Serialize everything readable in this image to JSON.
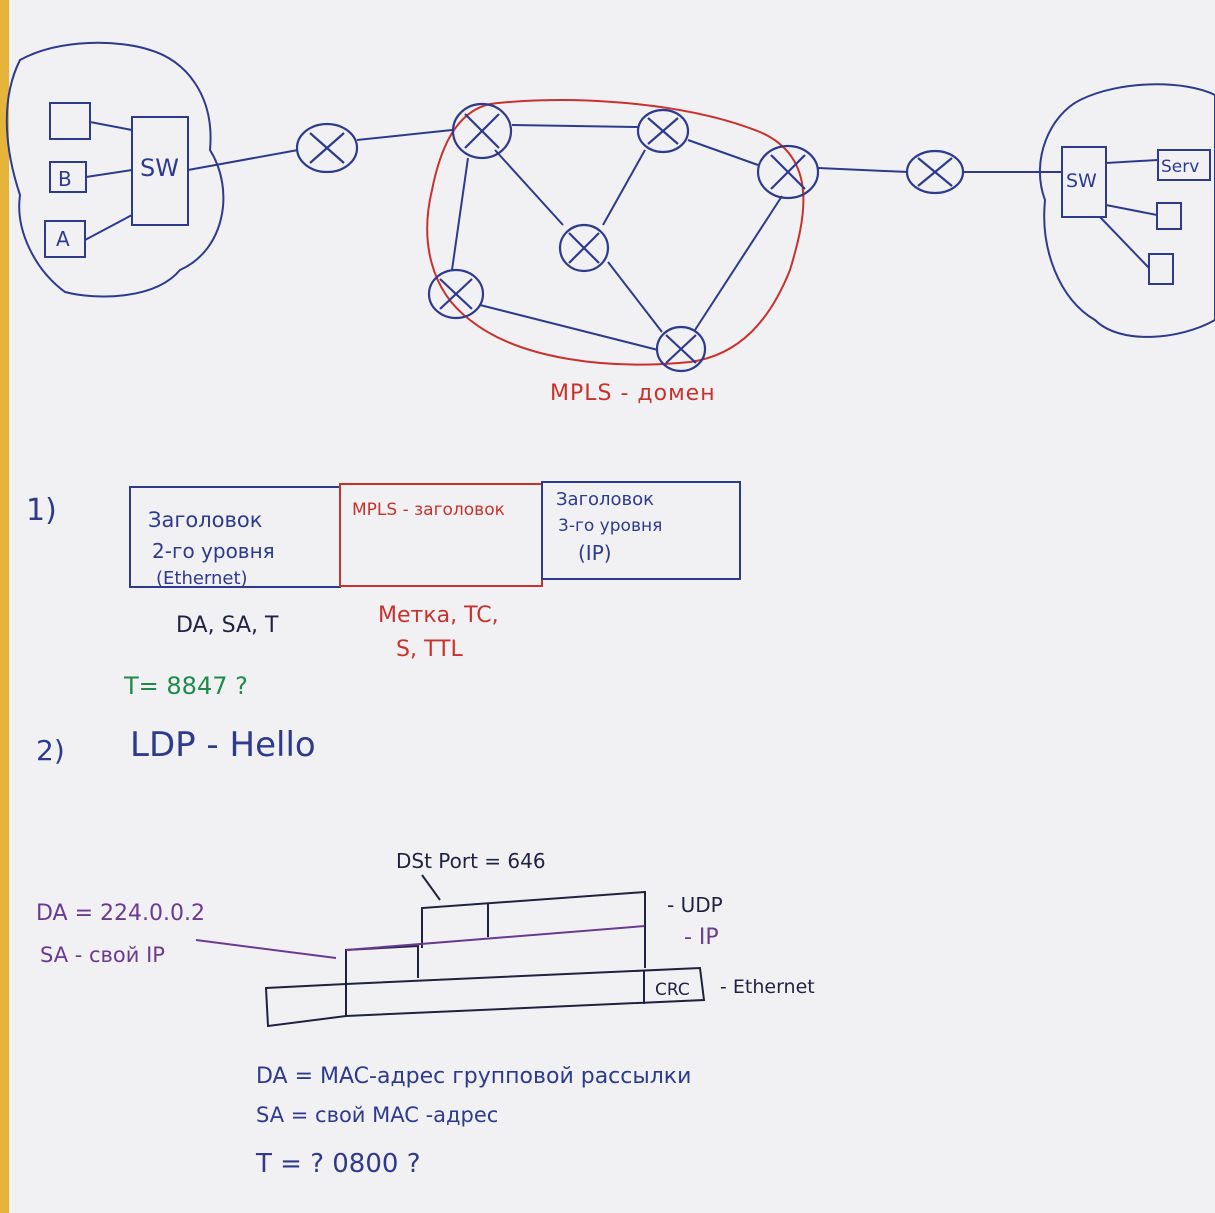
{
  "network": {
    "left_lan": {
      "switch_label": "SW",
      "hosts": [
        "",
        "B",
        "A"
      ]
    },
    "right_lan": {
      "switch_label": "SW",
      "server_label": "Serv",
      "hosts": [
        "",
        ""
      ]
    },
    "mpls_domain_label": "MPLS - домен"
  },
  "section1": {
    "number": "1)",
    "frame": {
      "l2_header": [
        "Заголовок",
        "2-го уровня",
        "(Ethernet)"
      ],
      "mpls_header": "MPLS - заголовок",
      "l3_header": [
        "Заголовок",
        "3-го уровня",
        "(IP)"
      ]
    },
    "l2_fields": "DA, SA, T",
    "mpls_fields": [
      "Метка, TC,",
      "S, TTL"
    ],
    "ethertype_note": "T= 8847 ?"
  },
  "section2": {
    "number": "2)",
    "title": "LDP - Hello",
    "dst_port": "DSt Port = 646",
    "ip_notes": [
      "DA = 224.0.0.2",
      "SA - свой IP"
    ],
    "layer_labels": {
      "udp": "- UDP",
      "ip": "- IP",
      "ethernet": "- Ethernet",
      "crc": "CRC"
    },
    "ethernet_notes": [
      "DA = MAC-адрес групповой рассылки",
      "SA = свой  MAC -адрес",
      "T = ?  0800 ?"
    ]
  },
  "colors": {
    "ink_blue": "#2e3a8c",
    "ink_red": "#c8322d",
    "ink_green": "#1f8a4c",
    "ink_violet": "#6a3b8e",
    "ink_dark": "#1f2240",
    "paper": "#f1f1f4"
  }
}
